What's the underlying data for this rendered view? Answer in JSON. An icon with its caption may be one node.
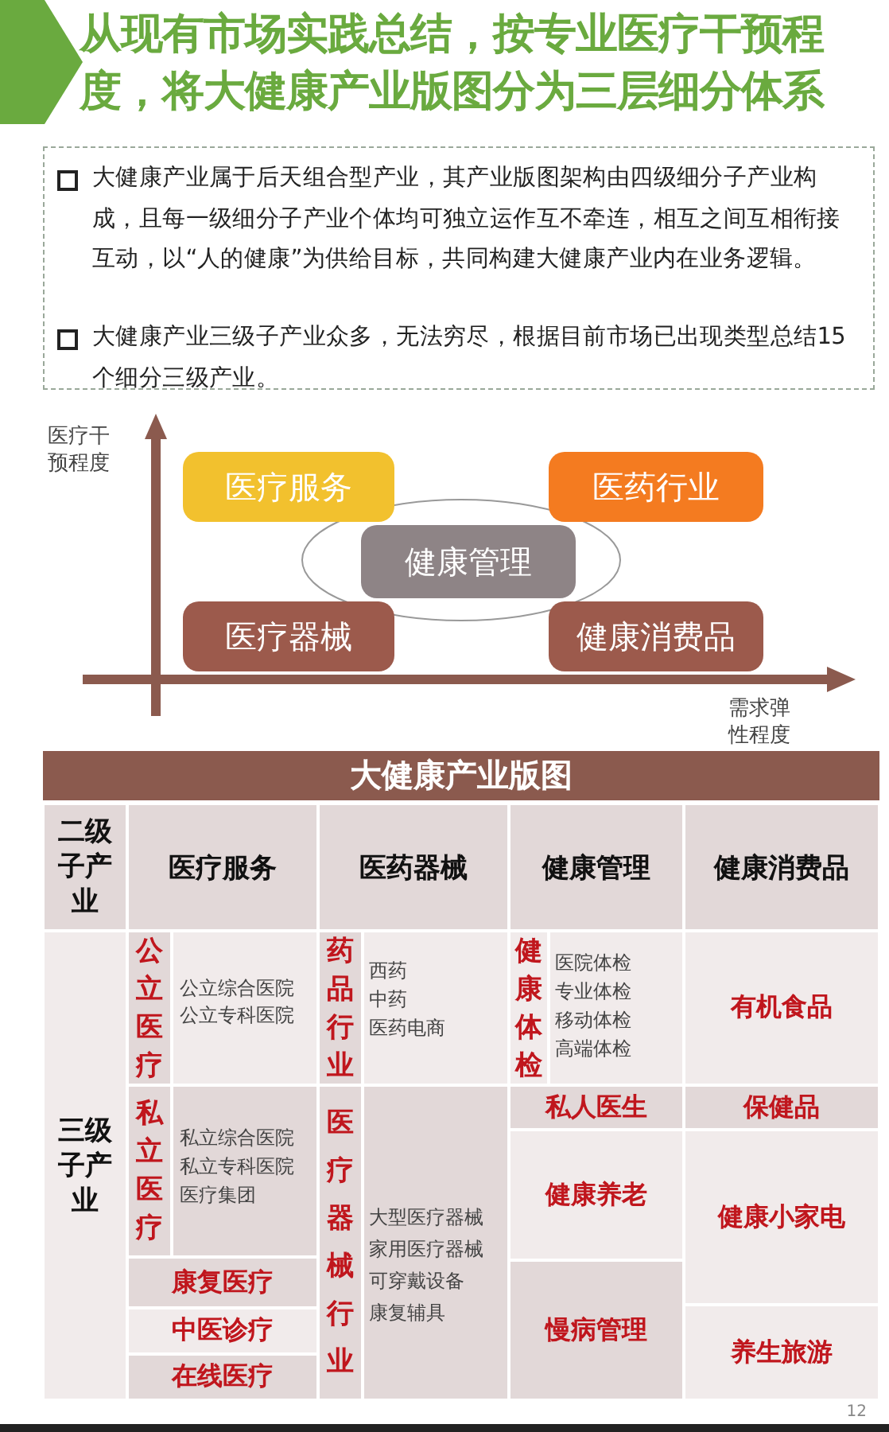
{
  "diagram": {
    "title": "从现有市场实践总结，按专业医疗干预程度，将大健康产业版图分为三层细分体系",
    "nodes": [
      {
        "text": [
          "医疗服务"
        ]
      },
      {
        "text": [
          "医药行业"
        ]
      },
      {
        "text": [
          "健康管理"
        ]
      },
      {
        "text": [
          "医疗器械"
        ]
      },
      {
        "text": [
          "健康消费品"
        ]
      }
    ],
    "labels": [
      "大健康产业属于后天组合型产业，其产业版图架构由四级细分子产业构成，且每一级细分子产业个体均可独立运作互不牵连，相互之间互相衔接互动，以“人的健康”为供给目标，共同构建大健康产业内在业务逻辑。",
      "大健康产业三级子产业众多，无法穷尽，根据目前市场已出现类型总结15个细分三级产业。",
      "医疗干预程度",
      "需求弹性程度",
      "大健康产业版图",
      "二级子产业",
      "医疗服务",
      "医药器械",
      "健康管理",
      "健康消费品",
      "三级子产业",
      "公立医疗",
      "公立综合医院",
      "公立专科医院",
      "药品行业",
      "西药",
      "中药",
      "医药电商",
      "健康体检",
      "医院体检",
      "专业体检",
      "移动体检",
      "高端体检",
      "有机食品",
      "私立医疗",
      "私立综合医院",
      "私立专科医院",
      "医疗集团",
      "医疗器械行业",
      "大型医疗器械",
      "家用医疗器械",
      "可穿戴设备",
      "康复辅具",
      "私人医生",
      "保健品",
      "健康养老",
      "健康小家电",
      "康复医疗",
      "中医诊疗",
      "在线医疗",
      "慢病管理",
      "养生旅游",
      "12"
    ]
  }
}
